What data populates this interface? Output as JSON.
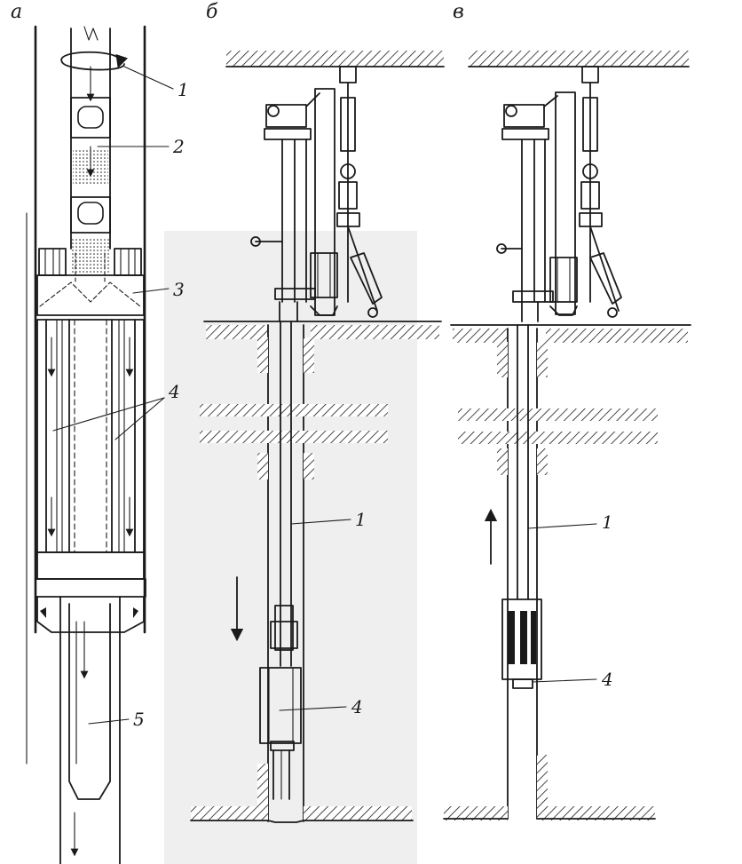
{
  "panels": [
    {
      "letter": "а",
      "labels": [
        "1",
        "2",
        "3",
        "4",
        "5"
      ]
    },
    {
      "letter": "б",
      "labels": [
        "1",
        "4"
      ]
    },
    {
      "letter": "в",
      "labels": [
        "1",
        "4"
      ]
    }
  ]
}
